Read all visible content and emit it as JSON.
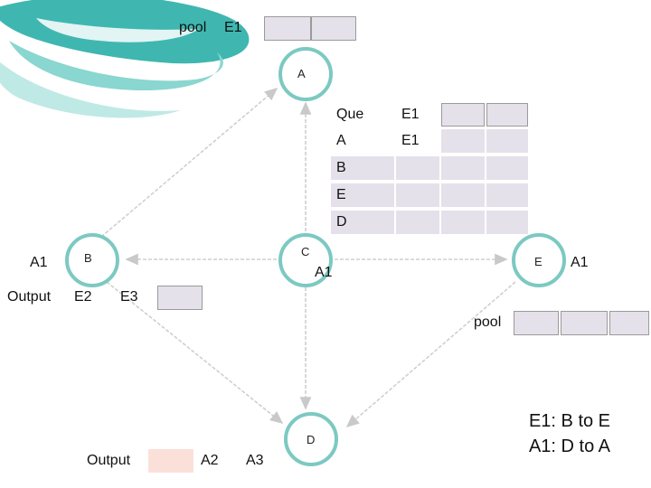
{
  "pool_top": {
    "label": "pool",
    "value": "E1"
  },
  "nodes": {
    "a": "A",
    "b": "B",
    "c": "C",
    "d": "D",
    "e": "E"
  },
  "queue_table": {
    "rows": [
      {
        "key": "Que",
        "value": "E1"
      },
      {
        "key": "A",
        "value": "E1"
      },
      {
        "key": "B",
        "value": ""
      },
      {
        "key": "E",
        "value": ""
      },
      {
        "key": "D",
        "value": ""
      }
    ]
  },
  "b_annotation": "A1",
  "c_annotation": "A1",
  "e_annotation": "A1",
  "output_row": {
    "label": "Output",
    "items": [
      "E2",
      "E3"
    ]
  },
  "pool_right": {
    "label": "pool"
  },
  "bottom_output": {
    "label": "Output",
    "items": [
      "A2",
      "A3"
    ]
  },
  "rules": [
    "E1: B to E",
    "A1: D to A"
  ],
  "colors": {
    "node_border": "#7cc9c2",
    "accent_teal": "#3fb7b0",
    "cell_fill": "#e5e1ea",
    "pink_fill": "#fbe0da",
    "edge": "#c9c9c9"
  }
}
